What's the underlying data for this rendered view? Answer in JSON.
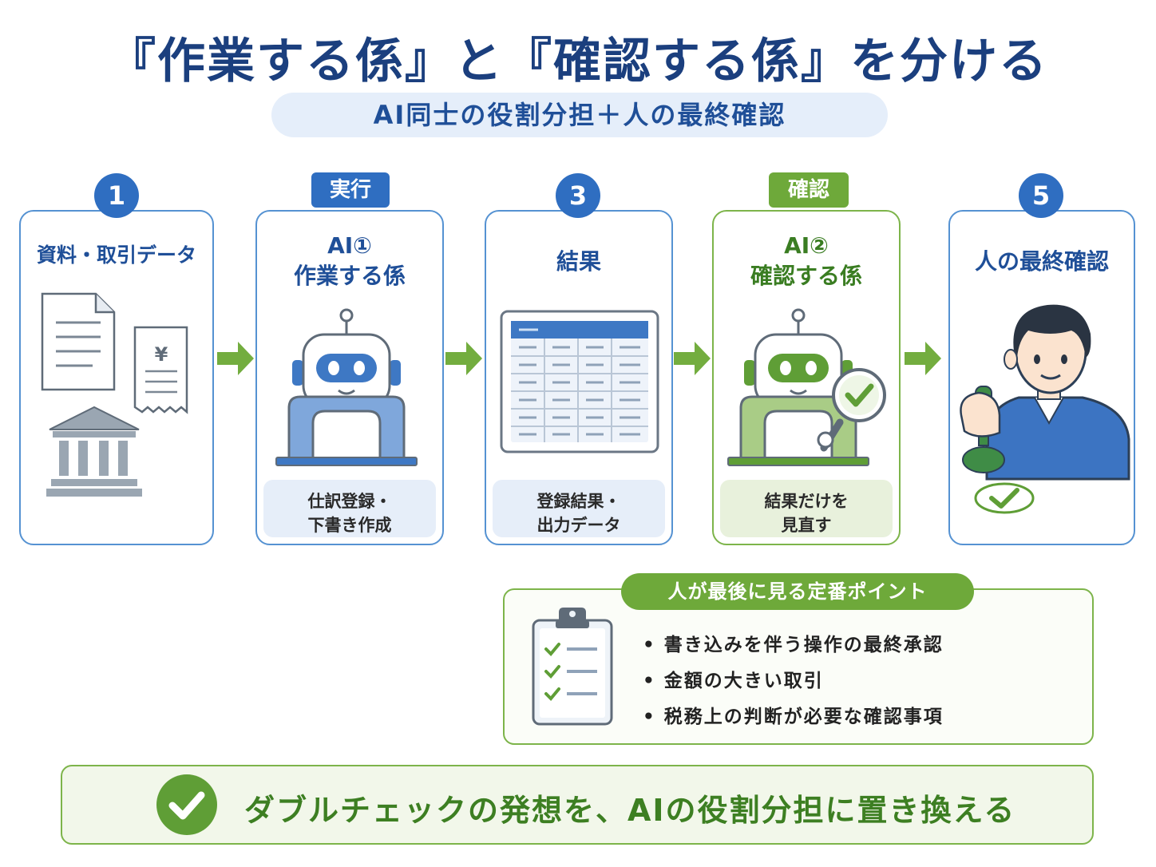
{
  "title": "『作業する係』と『確認する係』を分ける",
  "subtitle": "AI同士の役割分担＋人の最終確認",
  "steps": [
    {
      "badge": "1",
      "title_lines": [
        "資料・取引データ"
      ]
    },
    {
      "tag": "実行",
      "title_lines": [
        "AI①",
        "作業する係"
      ],
      "box_lines": [
        "仕訳登録・",
        "下書き作成"
      ]
    },
    {
      "badge": "3",
      "title_lines": [
        "結果"
      ],
      "box_lines": [
        "登録結果・",
        "出力データ"
      ]
    },
    {
      "tag": "確認",
      "title_lines": [
        "AI②",
        "確認する係"
      ],
      "box_lines": [
        "結果だけを",
        "見直す"
      ]
    },
    {
      "badge": "5",
      "title_lines": [
        "人の最終確認"
      ]
    }
  ],
  "receipt_symbol": "¥",
  "points": {
    "title": "人が最後に見る定番ポイント",
    "items": [
      "書き込みを伴う操作の最終承認",
      "金額の大きい取引",
      "税務上の判断が必要な確認事項"
    ]
  },
  "bottom_message": "ダブルチェックの発想を、AIの役割分担に置き換える",
  "colors": {
    "navy": "#1b3f7e",
    "blue": "#2f6ec1",
    "green": "#6ea93a",
    "light_blue": "#e6eef9",
    "light_green": "#e8f1dc"
  }
}
